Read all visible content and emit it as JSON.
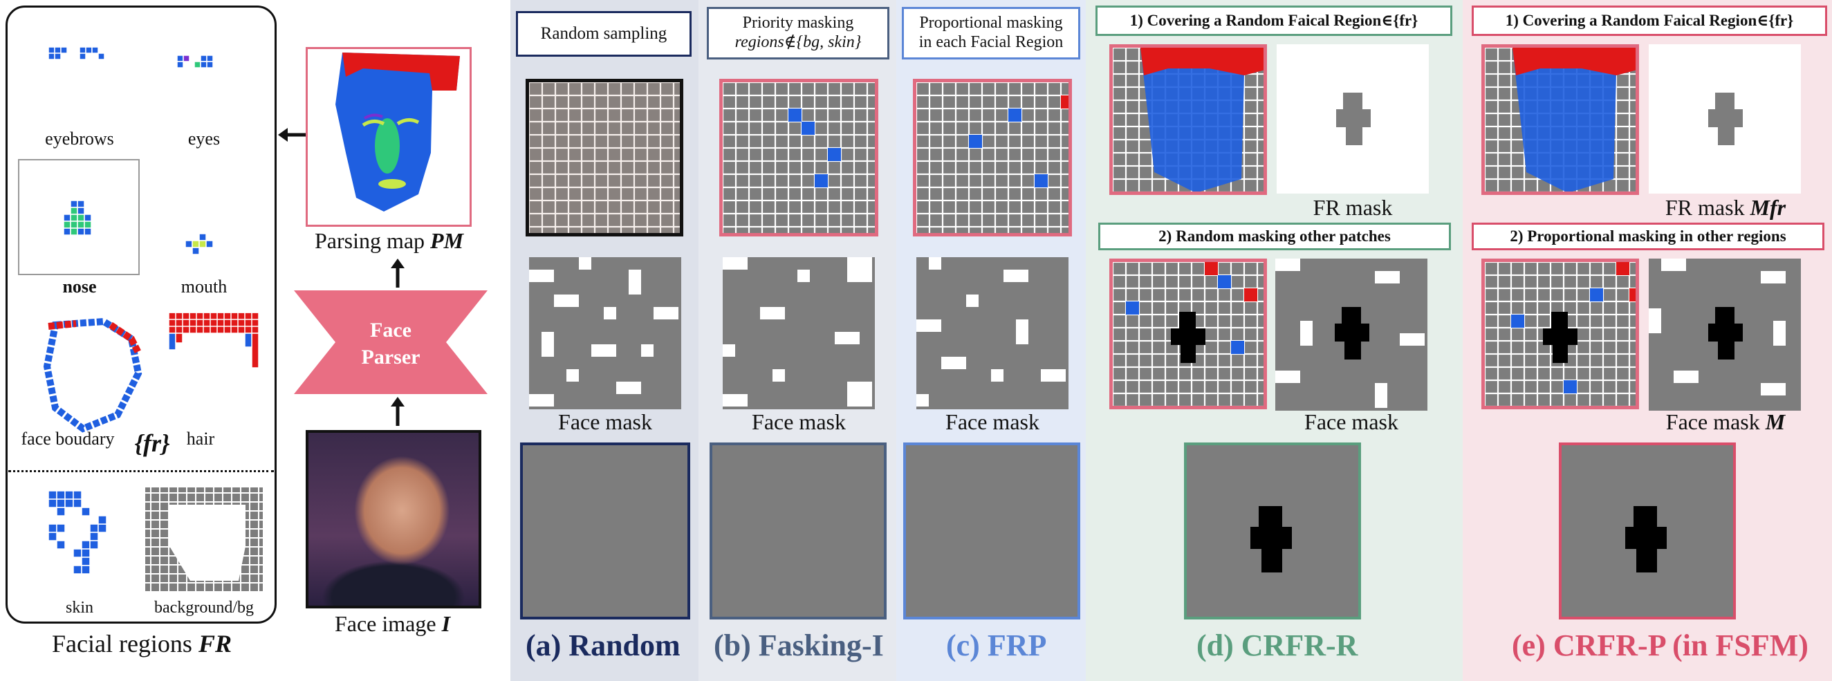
{
  "left_panel": {
    "regions": [
      "eyebrows",
      "eyes",
      "nose",
      "mouth",
      "face boudary",
      "hair",
      "skin",
      "background/bg"
    ],
    "fr_set": "{fr}",
    "caption_prefix": "Facial regions ",
    "caption_var": "FR"
  },
  "pipeline": {
    "parsing_map_prefix": "Parsing map ",
    "parsing_map_var": "PM",
    "parser_line1": "Face",
    "parser_line2": "Parser",
    "face_image_prefix": "Face image ",
    "face_image_var": "I"
  },
  "columns": {
    "a": {
      "box": "Random sampling",
      "mask": "Face mask",
      "caption": "(a) Random",
      "color": "#1a2a5e"
    },
    "b": {
      "box_line1": "Priority masking",
      "box_line2": "regions∉{bg, skin}",
      "mask": "Face mask",
      "caption": "(b) Fasking-I",
      "color": "#4a5f80"
    },
    "c": {
      "box_line1": "Proportional masking",
      "box_line2": "in each Facial Region",
      "mask": "Face mask",
      "caption": "(c) FRP",
      "color": "#5b86d6"
    },
    "d": {
      "step1": "1) Covering a Random Faical Region∈{fr}",
      "fr_mask": "FR mask",
      "step2": "2) Random masking other patches",
      "mask": "Face mask",
      "caption": "(d) CRFR-R",
      "color": "#5a9e7e"
    },
    "e": {
      "step1": "1) Covering a Random Faical Region∈{fr}",
      "fr_mask_prefix": "FR mask ",
      "fr_mask_var": "Mfr",
      "step2": "2) Proportional masking in other regions",
      "mask_prefix": "Face mask ",
      "mask_var": "M",
      "caption": "(e) CRFR-P  (in FSFM)",
      "color": "#d94e6a"
    }
  }
}
